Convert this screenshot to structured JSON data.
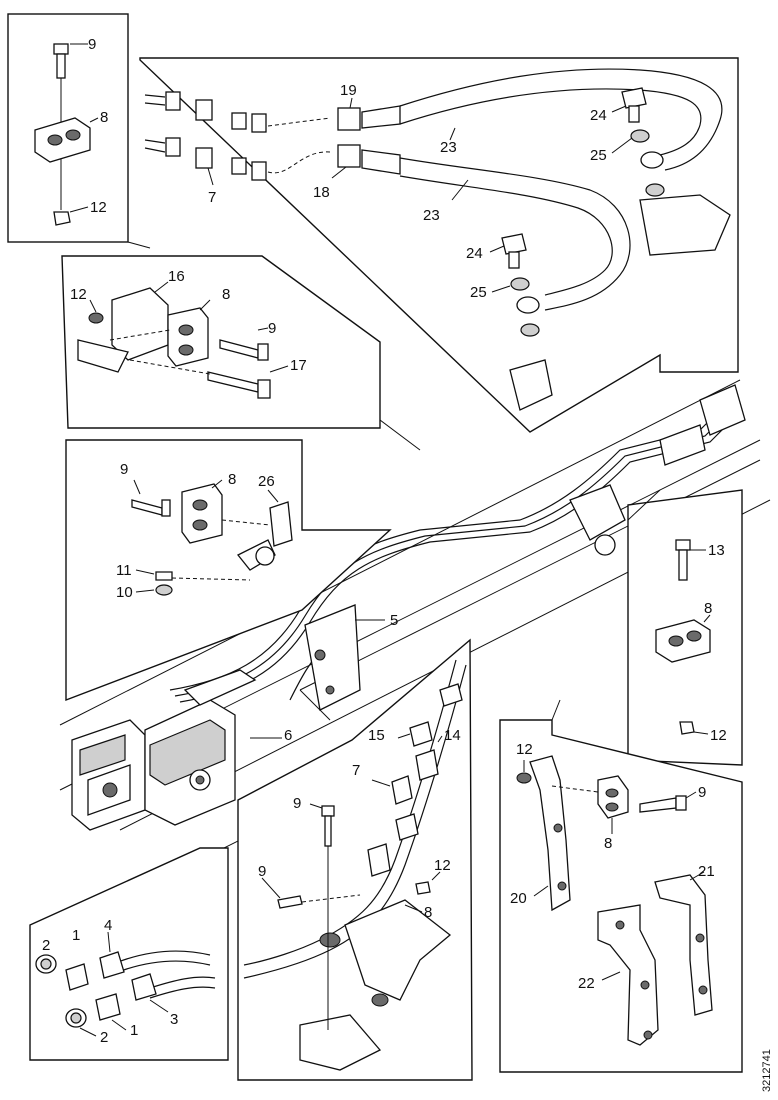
{
  "document_number": "3212741",
  "callouts": {
    "inset_top_left": [
      "9",
      "8",
      "12"
    ],
    "inset_hoses": [
      "19",
      "24",
      "25",
      "23",
      "7",
      "18",
      "23",
      "24",
      "25"
    ],
    "inset_bracket_16": [
      "12",
      "16",
      "8",
      "9",
      "17"
    ],
    "inset_bracket_26": [
      "9",
      "8",
      "26",
      "11",
      "10"
    ],
    "main_view": [
      "5",
      "6"
    ],
    "inset_right_clamp": [
      "13",
      "8",
      "12"
    ],
    "inset_unions": [
      "2",
      "1",
      "4",
      "2",
      "1",
      "3"
    ],
    "inset_pipe_clamps": [
      "15",
      "14",
      "7",
      "9",
      "12",
      "9",
      "8"
    ],
    "inset_brackets_20_22": [
      "12",
      "9",
      "8",
      "20",
      "21",
      "22"
    ]
  }
}
